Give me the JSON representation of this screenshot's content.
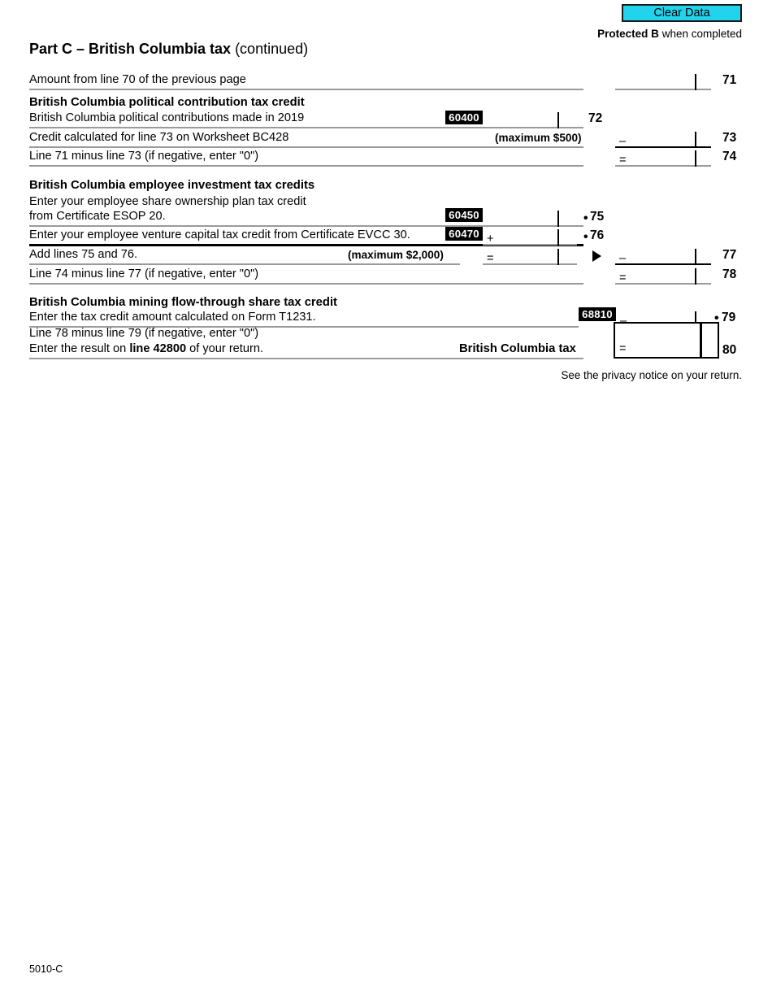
{
  "toolbar": {
    "clear_data_label": "Clear Data",
    "clear_data_color": "#22d3ee"
  },
  "header": {
    "protected_bold": "Protected B",
    "protected_rest": " when completed",
    "part_label": "Part C",
    "part_dash": " – ",
    "part_title": "British Columbia tax",
    "part_continued": " (continued)"
  },
  "rows": {
    "line71": {
      "text": "Amount from line 70 of the previous page",
      "number": "71",
      "value": "",
      "operator": ""
    },
    "section_political": {
      "heading": "British Columbia political contribution tax credit"
    },
    "line72": {
      "text": "British Columbia political contributions made in 2019",
      "box_code": "60400",
      "number": "72",
      "value": ""
    },
    "line73": {
      "text": "Credit calculated for line 73 on Worksheet BC428",
      "note": "(maximum $500)",
      "operator": "–",
      "number": "73",
      "value": ""
    },
    "line74": {
      "text": "Line 71 minus line 73 (if negative, enter \"0\")",
      "operator": "=",
      "number": "74",
      "value": ""
    },
    "section_employee": {
      "heading": "British Columbia employee investment tax credits"
    },
    "line75": {
      "text_line1": "Enter your employee share ownership plan tax credit",
      "text_line2": "from Certificate ESOP 20.",
      "box_code": "60450",
      "number": "75",
      "bullet": "•",
      "value": ""
    },
    "line76": {
      "text": "Enter your employee venture capital tax credit from Certificate EVCC 30.",
      "box_code": "60470",
      "operator": "+",
      "number": "76",
      "bullet": "•",
      "value": ""
    },
    "line77": {
      "text": "Add lines 75 and 76.",
      "note": "(maximum $2,000)",
      "mid_operator": "=",
      "right_operator": "–",
      "number": "77",
      "mid_value": "",
      "value": ""
    },
    "line78": {
      "text": "Line 74 minus line 77 (if negative, enter \"0\")",
      "operator": "=",
      "number": "78",
      "value": ""
    },
    "section_mining": {
      "heading": "British Columbia mining flow-through share tax credit"
    },
    "line79": {
      "text": "Enter the tax credit amount calculated on Form T1231.",
      "box_code": "68810",
      "operator": "–",
      "number": "79",
      "bullet": "•",
      "value": ""
    },
    "line80": {
      "text_line1": "Line 78 minus line 79 (if negative, enter \"0\")",
      "text_line2_pre": "Enter the result on ",
      "text_line2_bold": "line 42800",
      "text_line2_post": " of your return.",
      "result_label": "British Columbia tax",
      "operator": "=",
      "number": "80",
      "value": ""
    }
  },
  "footer": {
    "privacy_note": "See the privacy notice on your return.",
    "form_code": "5010-C"
  }
}
